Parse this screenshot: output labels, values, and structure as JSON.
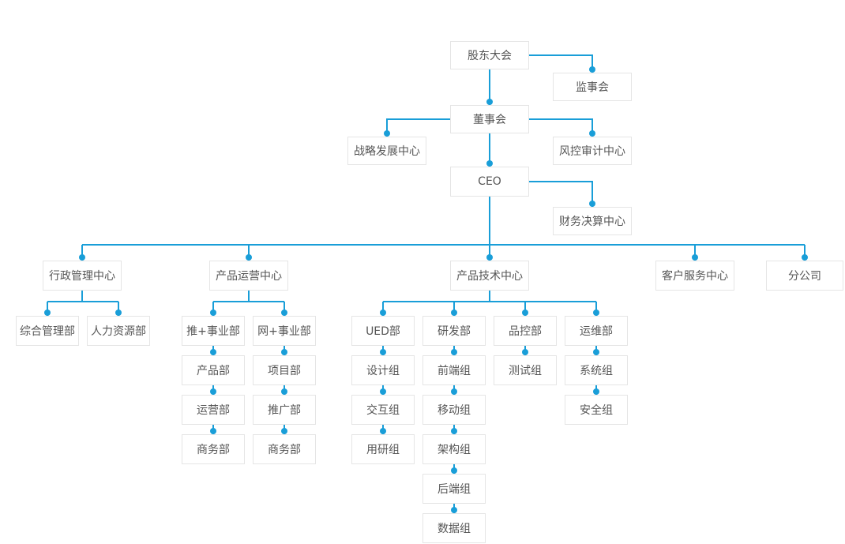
{
  "diagram": {
    "type": "org-chart",
    "background": "#ffffff",
    "line_color": "#199ed8",
    "dot_color": "#199ed8",
    "node_border_color": "#e5e5e5",
    "node_text_color": "#565656",
    "nodes": [
      {
        "id": "shareholders-meeting",
        "label": "股东大会",
        "parent": null
      },
      {
        "id": "supervisory-board",
        "label": "监事会",
        "parent": "股东大会"
      },
      {
        "id": "board-of-directors",
        "label": "董事会",
        "parent": "股东大会"
      },
      {
        "id": "strategic-development-center",
        "label": "战略发展中心",
        "parent": "董事会"
      },
      {
        "id": "risk-audit-center",
        "label": "风控审计中心",
        "parent": "董事会"
      },
      {
        "id": "ceo",
        "label": "CEO",
        "parent": "董事会"
      },
      {
        "id": "financial-settlement-center",
        "label": "财务决算中心",
        "parent": "CEO"
      },
      {
        "id": "administration-center",
        "label": "行政管理中心",
        "parent": "CEO"
      },
      {
        "id": "product-operation-center",
        "label": "产品运营中心",
        "parent": "CEO"
      },
      {
        "id": "product-technology-center",
        "label": "产品技术中心",
        "parent": "CEO"
      },
      {
        "id": "customer-service-center",
        "label": "客户服务中心",
        "parent": "CEO"
      },
      {
        "id": "branch-company",
        "label": "分公司",
        "parent": "CEO"
      },
      {
        "id": "general-management-dept",
        "label": "综合管理部",
        "parent": "行政管理中心"
      },
      {
        "id": "hr-dept",
        "label": "人力资源部",
        "parent": "行政管理中心"
      },
      {
        "id": "tui-plus-business-dept",
        "label": "推+事业部",
        "parent": "产品运营中心"
      },
      {
        "id": "wang-plus-business-dept",
        "label": "网+事业部",
        "parent": "产品运营中心"
      },
      {
        "id": "product-dept",
        "label": "产品部",
        "parent": "推+事业部"
      },
      {
        "id": "project-dept",
        "label": "项目部",
        "parent": "网+事业部"
      },
      {
        "id": "operation-dept",
        "label": "运营部",
        "parent": "产品部"
      },
      {
        "id": "promotion-dept",
        "label": "推广部",
        "parent": "项目部"
      },
      {
        "id": "business-dept-1",
        "label": "商务部",
        "parent": "运营部"
      },
      {
        "id": "business-dept-2",
        "label": "商务部",
        "parent": "推广部"
      },
      {
        "id": "ued-dept",
        "label": "UED部",
        "parent": "产品技术中心"
      },
      {
        "id": "rd-dept",
        "label": "研发部",
        "parent": "产品技术中心"
      },
      {
        "id": "qc-dept",
        "label": "品控部",
        "parent": "产品技术中心"
      },
      {
        "id": "ops-dept",
        "label": "运维部",
        "parent": "产品技术中心"
      },
      {
        "id": "design-group",
        "label": "设计组",
        "parent": "UED部"
      },
      {
        "id": "interaction-group",
        "label": "交互组",
        "parent": "设计组"
      },
      {
        "id": "user-research-group",
        "label": "用研组",
        "parent": "交互组"
      },
      {
        "id": "frontend-group",
        "label": "前端组",
        "parent": "研发部"
      },
      {
        "id": "mobile-group",
        "label": "移动组",
        "parent": "前端组"
      },
      {
        "id": "architecture-group",
        "label": "架构组",
        "parent": "移动组"
      },
      {
        "id": "backend-group",
        "label": "后端组",
        "parent": "架构组"
      },
      {
        "id": "data-group",
        "label": "数据组",
        "parent": "后端组"
      },
      {
        "id": "testing-group",
        "label": "测试组",
        "parent": "品控部"
      },
      {
        "id": "system-group",
        "label": "系统组",
        "parent": "运维部"
      },
      {
        "id": "security-group",
        "label": "安全组",
        "parent": "系统组"
      }
    ]
  }
}
